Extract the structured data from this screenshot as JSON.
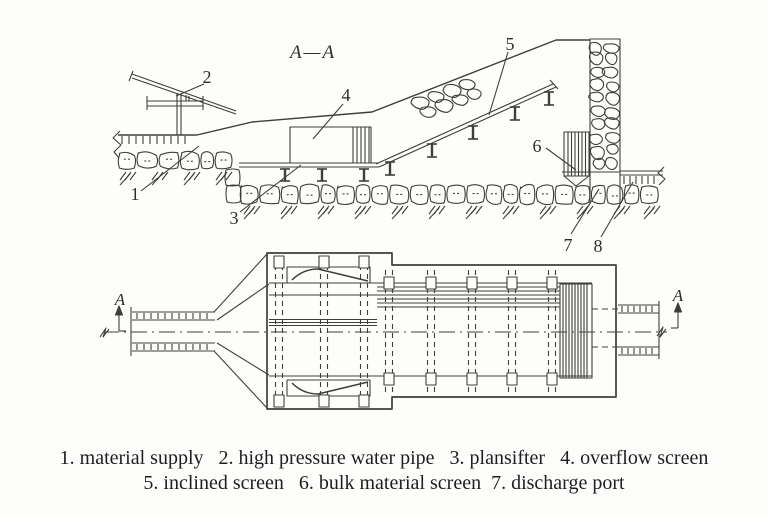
{
  "figure": {
    "section_title": "A—A",
    "section_marker_left": "A",
    "section_marker_right": "A",
    "callouts": {
      "c1": "1",
      "c2": "2",
      "c3": "3",
      "c4": "4",
      "c5": "5",
      "c6": "6",
      "c7": "7",
      "c8": "8"
    }
  },
  "legend": {
    "line1": "1. material supply   2. high pressure water pipe   3. plansifter   4. overflow screen",
    "line2": "5. inclined screen   6. bulk material screen  7. discharge port"
  },
  "colors": {
    "ink": "#3e3e3c",
    "background": "#fdfdfc",
    "text": "#1e1e1e"
  }
}
